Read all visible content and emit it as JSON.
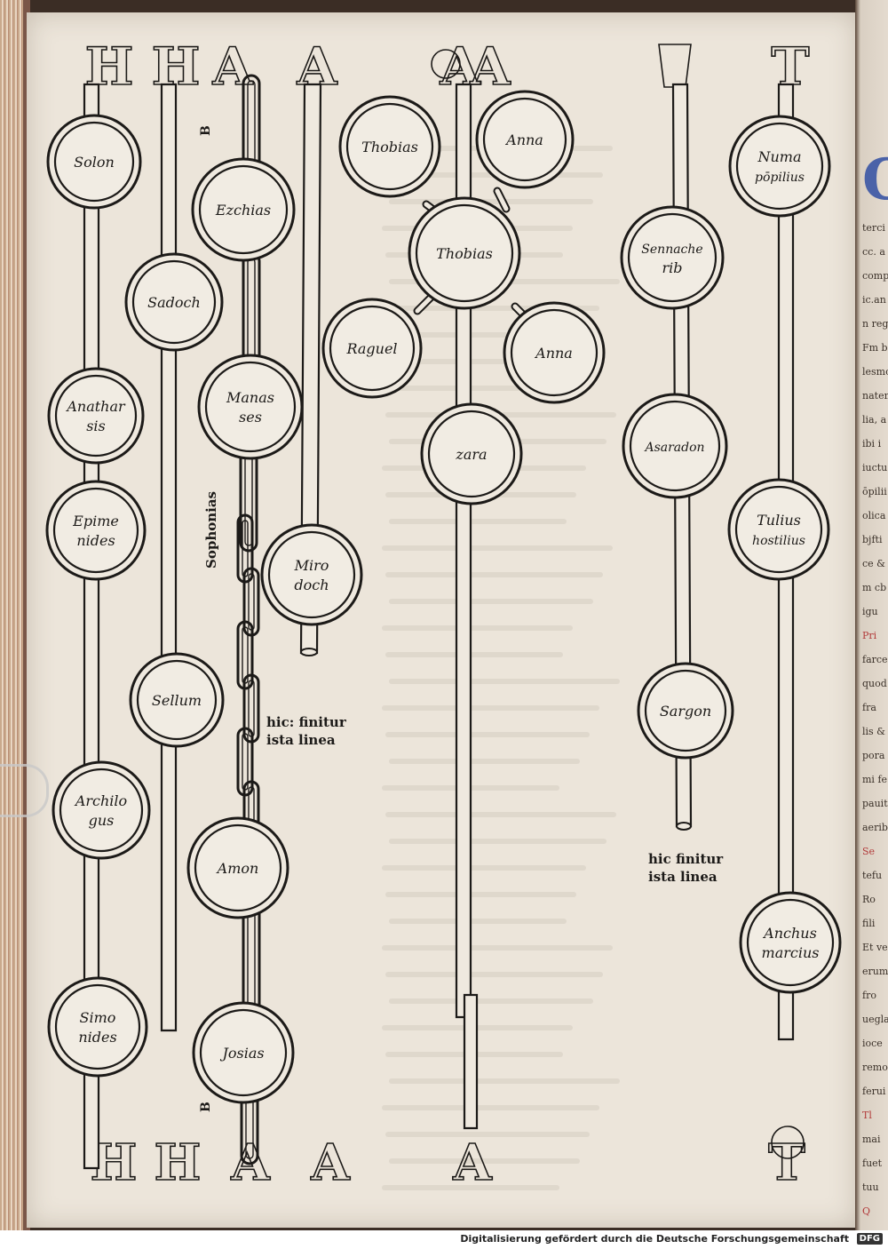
{
  "footer": {
    "text": "Digitalisierung gefördert durch die Deutsche Forschungsgemeinschaft",
    "logo": "DFG"
  },
  "colors": {
    "paper": "#ece5da",
    "ink": "#1c1a18",
    "initial_blue": "#4a62a8",
    "rubric_red": "#b23a3a"
  },
  "initials_top": [
    "H",
    "H",
    "A",
    "A",
    "A",
    "A",
    "T"
  ],
  "initials_bottom": [
    "H",
    "H",
    "A",
    "A",
    "A",
    "T"
  ],
  "side_letters": [
    "B",
    "B"
  ],
  "vertical_label": "Sophonias",
  "line_end_notes": [
    {
      "id": "note-1",
      "lines": [
        "hic: finitur",
        "ista linea"
      ]
    },
    {
      "id": "note-2",
      "lines": [
        "hic finitur",
        "ista linea"
      ]
    }
  ],
  "roundels": [
    {
      "id": "solon",
      "lines": [
        "Solon"
      ]
    },
    {
      "id": "sadoch",
      "lines": [
        "Sadoch"
      ]
    },
    {
      "id": "anatharsis",
      "lines": [
        "Anathar",
        "sis"
      ]
    },
    {
      "id": "epimenides",
      "lines": [
        "Epime",
        "nides"
      ]
    },
    {
      "id": "sellum",
      "lines": [
        "Sellum"
      ]
    },
    {
      "id": "archilogus",
      "lines": [
        "Archilo",
        "gus"
      ]
    },
    {
      "id": "simonides",
      "lines": [
        "Simo",
        "nides"
      ]
    },
    {
      "id": "ezechias",
      "lines": [
        "Ezchias"
      ]
    },
    {
      "id": "manasses",
      "lines": [
        "Manas",
        "ses"
      ]
    },
    {
      "id": "amon",
      "lines": [
        "Amon"
      ]
    },
    {
      "id": "josias",
      "lines": [
        "Josias"
      ]
    },
    {
      "id": "mirodoch",
      "lines": [
        "Miro",
        "doch"
      ]
    },
    {
      "id": "thobias-1",
      "lines": [
        "Thobias"
      ]
    },
    {
      "id": "anna-1",
      "lines": [
        "Anna"
      ]
    },
    {
      "id": "thobias-2",
      "lines": [
        "Thobias"
      ]
    },
    {
      "id": "raguel",
      "lines": [
        "Raguel"
      ]
    },
    {
      "id": "anna-2",
      "lines": [
        "Anna"
      ]
    },
    {
      "id": "zara",
      "lines": [
        "zara"
      ]
    },
    {
      "id": "sennacherib",
      "lines": [
        "Sennache",
        "rib"
      ]
    },
    {
      "id": "asaradon",
      "lines": [
        "Asaradon"
      ]
    },
    {
      "id": "sargon",
      "lines": [
        "Sargon"
      ]
    },
    {
      "id": "numa",
      "lines": [
        "Numa",
        "pōpilius"
      ]
    },
    {
      "id": "tulius",
      "lines": [
        "Tulius",
        "hostilius"
      ]
    },
    {
      "id": "anchus",
      "lines": [
        "Anchus",
        "marcius"
      ]
    }
  ],
  "margin_fragments": [
    "terci",
    "cc. a",
    "comp",
    "ic.an",
    "n regi",
    "Fm bo",
    "lesmo",
    "natem",
    "lia, a",
    "ibi i",
    "iuctu",
    "ōpilii",
    "olica",
    "bjfti",
    "ce &",
    "m cb",
    "igu",
    "Pri",
    "farce",
    "quod",
    "fra",
    "lis &",
    "pora",
    "mi fe",
    "pauit",
    "aeribi",
    "Se",
    "tefu",
    "Ro",
    "fili",
    "Et ve",
    "erum",
    "fro",
    "uegla",
    "ioce",
    "remo",
    "ferui",
    "Tl",
    "mai",
    "fuet",
    "tuu",
    "Q"
  ]
}
